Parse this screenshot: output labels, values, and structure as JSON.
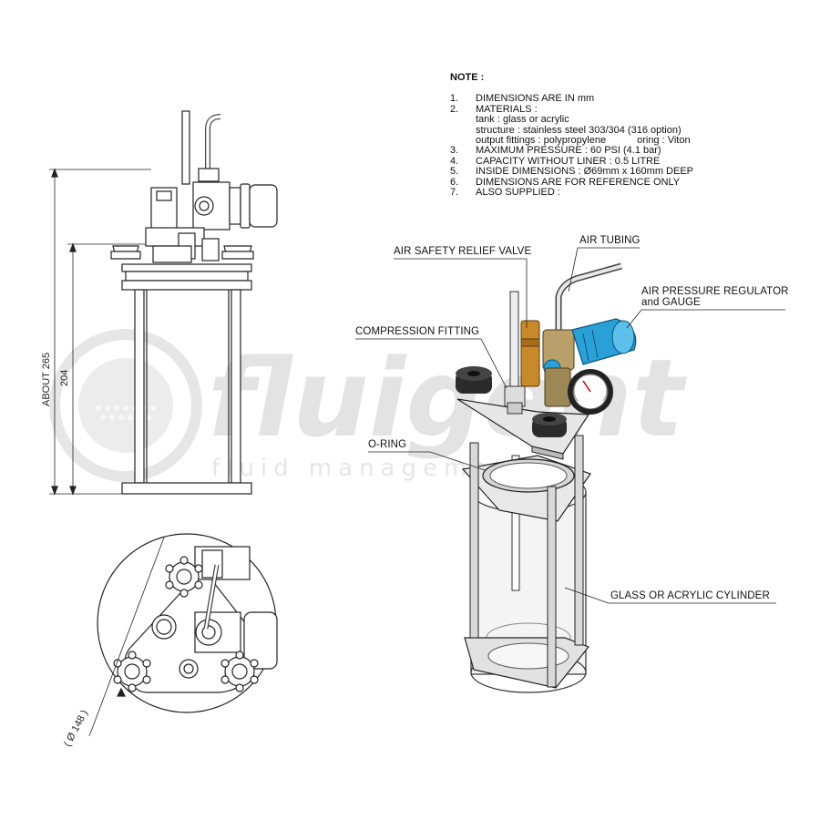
{
  "watermark": {
    "brand": "fluigent",
    "tagline": "fluid management",
    "color": "#e3e3e3"
  },
  "notes": {
    "heading": "NOTE :",
    "items": [
      {
        "num": "1.",
        "text": "DIMENSIONS ARE IN mm"
      },
      {
        "num": "2.",
        "text": "MATERIALS :"
      },
      {
        "num": "",
        "text": "tank : glass or acrylic"
      },
      {
        "num": "",
        "text": "structure : stainless steel 303/304 (316 option)"
      },
      {
        "num": "",
        "text": "output fittings : polypropylene",
        "extra": "oring : Viton"
      },
      {
        "num": "3.",
        "text": "MAXIMUM PRESSURE : 60 PSI (4.1 bar)"
      },
      {
        "num": "4.",
        "text": "CAPACITY WITHOUT LINER : 0.5 LITRE"
      },
      {
        "num": "5.",
        "text": "INSIDE DIMENSIONS : Ø69mm x 160mm DEEP"
      },
      {
        "num": "6.",
        "text": "DIMENSIONS ARE FOR REFERENCE ONLY"
      },
      {
        "num": "7.",
        "text": "ALSO SUPPLIED :"
      }
    ]
  },
  "dimensions": {
    "overall_height": "ABOUT 265",
    "body_height": "204",
    "diameter": "( Ø 148 )"
  },
  "callouts": {
    "air_safety_relief_valve": "AIR SAFETY RELIEF VALVE",
    "air_tubing": "AIR TUBING",
    "air_pressure_regulator_line1": "AIR PRESSURE REGULATOR",
    "air_pressure_regulator_line2": "and GAUGE",
    "compression_fitting": "COMPRESSION FITTING",
    "o_ring": "O-RING",
    "cylinder": "GLASS OR ACRYLIC CYLINDER"
  },
  "colors": {
    "regulator_blue": "#2aa0d8",
    "valve_brass": "#c8892a",
    "knob_dark": "#2b2b2b",
    "line": "#222222"
  }
}
